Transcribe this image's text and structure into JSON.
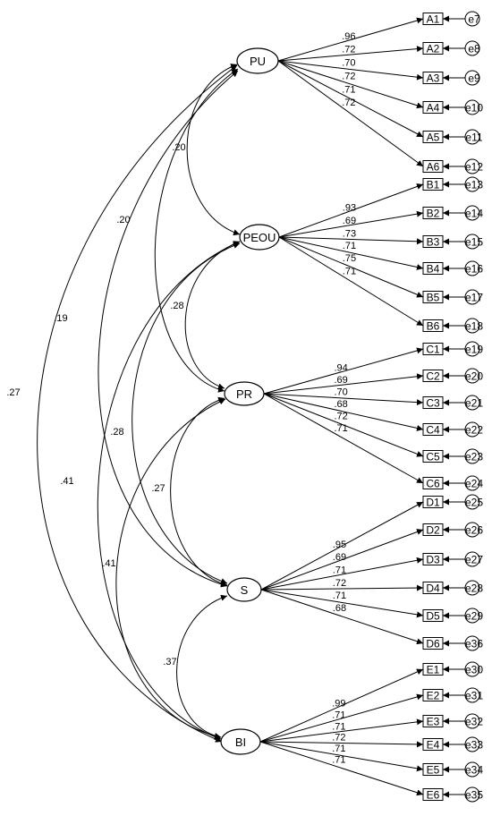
{
  "constructs": [
    {
      "name": "PU",
      "items": [
        "A1",
        "A2",
        "A3",
        "A4",
        "A5",
        "A6"
      ],
      "loadings": [
        ".96",
        ".72",
        ".70",
        ".72",
        ".71",
        ".72"
      ],
      "errors": [
        "e7",
        "e8",
        "e9",
        "e10",
        "e11",
        "e12"
      ]
    },
    {
      "name": "PEOU",
      "items": [
        "B1",
        "B2",
        "B3",
        "B4",
        "B5",
        "B6"
      ],
      "loadings": [
        ".93",
        ".69",
        ".73",
        ".71",
        ".75",
        ".71"
      ],
      "errors": [
        "e13",
        "e14",
        "e15",
        "e16",
        "e17",
        "e18"
      ]
    },
    {
      "name": "PR",
      "items": [
        "C1",
        "C2",
        "C3",
        "C4",
        "C5",
        "C6"
      ],
      "loadings": [
        ".94",
        ".69",
        ".70",
        ".68",
        ".72",
        ".71"
      ],
      "errors": [
        "e19",
        "e20",
        "e21",
        "e22",
        "e23",
        "e24"
      ]
    },
    {
      "name": "S",
      "items": [
        "D1",
        "D2",
        "D3",
        "D4",
        "D5",
        "D6"
      ],
      "loadings": [
        ".95",
        ".69",
        ".71",
        ".72",
        ".71",
        ".68"
      ],
      "errors": [
        "e25",
        "e26",
        "e27",
        "e28",
        "e29",
        "e36"
      ]
    },
    {
      "name": "BI",
      "items": [
        "E1",
        "E2",
        "E3",
        "E4",
        "E5",
        "E6"
      ],
      "loadings": [
        ".99",
        ".71",
        ".71",
        ".72",
        ".71",
        ".71"
      ],
      "errors": [
        "e30",
        "e31",
        "e32",
        "e33",
        "e34",
        "e35"
      ]
    }
  ],
  "covariances": [
    {
      "from": "PU",
      "to": "PEOU",
      "value": ".20"
    },
    {
      "from": "PU",
      "to": "PR",
      "value": ".20"
    },
    {
      "from": "PU",
      "to": "S",
      "value": ".19"
    },
    {
      "from": "PU",
      "to": "BI",
      "value": ".27"
    },
    {
      "from": "PEOU",
      "to": "PR",
      "value": ".28"
    },
    {
      "from": "PEOU",
      "to": "S",
      "value": ".28"
    },
    {
      "from": "PEOU",
      "to": "BI",
      "value": ".41"
    },
    {
      "from": "PR",
      "to": "S",
      "value": ".27"
    },
    {
      "from": "PR",
      "to": "BI",
      "value": ".41"
    },
    {
      "from": "S",
      "to": "BI",
      "value": ".37"
    }
  ]
}
